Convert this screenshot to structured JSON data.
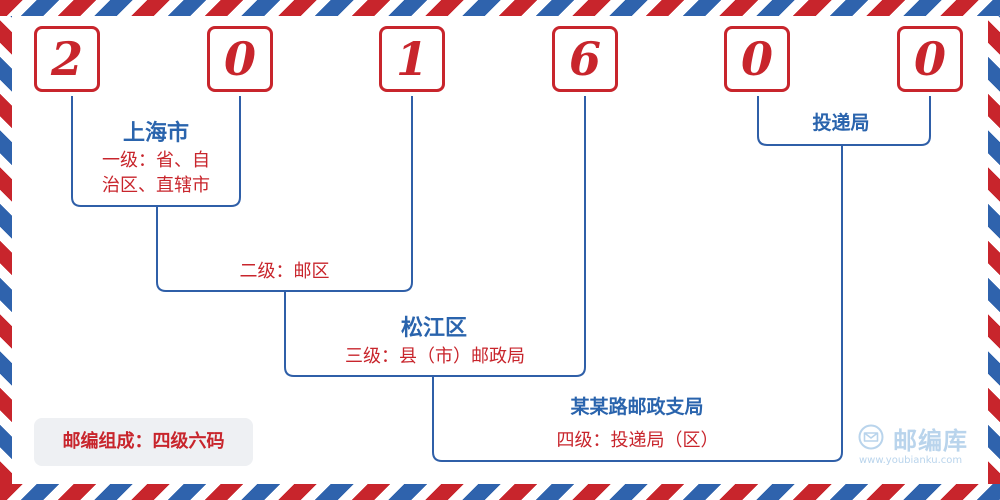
{
  "digits": [
    "2",
    "0",
    "1",
    "6",
    "0",
    "0"
  ],
  "nodes": {
    "province": {
      "name": "上海市",
      "level_line1": "一级：省、自",
      "level_line2": "治区、直辖市"
    },
    "district": {
      "level": "二级：邮区"
    },
    "county": {
      "name": "松江区",
      "level": "三级：县（市）邮政局"
    },
    "branch": {
      "name": "某某路邮政支局",
      "level": "四级：投递局（区）"
    },
    "delivery": {
      "name": "投递局"
    }
  },
  "badge": {
    "label": "邮编组成：四级六码"
  },
  "watermark": {
    "name": "邮编库",
    "url": "www.youbianku.com",
    "icon": "envelope-circle-icon"
  },
  "colors": {
    "red": "#c8252c",
    "blue": "#2a64ad",
    "line": "#2f5fa8",
    "stripe_blue": "#2f63ad",
    "badge_bg": "#eef0f3",
    "watermark": "#b9d4ec"
  }
}
